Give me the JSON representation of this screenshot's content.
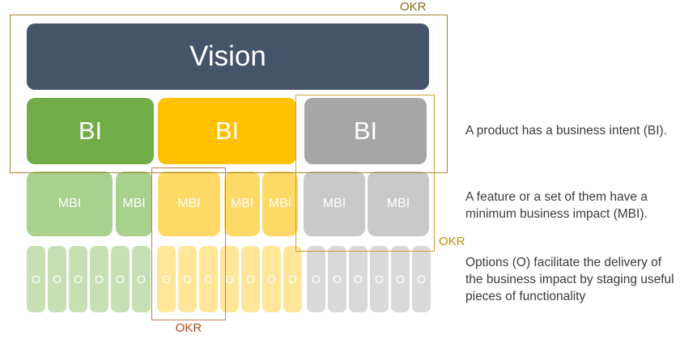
{
  "diagram": {
    "vision": {
      "label": "Vision",
      "color": "#44546A",
      "text_color": "#FFFFFF"
    },
    "bi_row": [
      {
        "label": "BI",
        "color": "#70AD47"
      },
      {
        "label": "BI",
        "color": "#FFC000"
      },
      {
        "label": "BI",
        "color": "#A6A6A6"
      }
    ],
    "mbi_row": [
      {
        "label": "MBI",
        "color": "#A9D18E"
      },
      {
        "label": "MBI",
        "color": "#A9D18E"
      },
      {
        "label": "MBI",
        "color": "#FFD966"
      },
      {
        "label": "MBI",
        "color": "#FFD966"
      },
      {
        "label": "MBI",
        "color": "#FFD966"
      },
      {
        "label": "MBI",
        "color": "#C9C9C9"
      },
      {
        "label": "MBI",
        "color": "#C9C9C9"
      }
    ],
    "o_row": {
      "label": "O",
      "groups": [
        {
          "name": "green",
          "color": "#C6E0B4",
          "count": 6
        },
        {
          "name": "yellow",
          "color": "#FFE699",
          "count": 7
        },
        {
          "name": "gray",
          "color": "#D9D9D9",
          "count": 6
        }
      ]
    },
    "okr_overlays": [
      {
        "label": "OKR",
        "border_color": "#A18432",
        "text_color": "#8A6D1A"
      },
      {
        "label": "OKR",
        "border_color": "#CCA42E",
        "text_color": "#BF9000"
      },
      {
        "label": "OKR",
        "border_color": "#C8794E",
        "text_color": "#AC4A1D"
      }
    ]
  },
  "annotations": [
    {
      "lines": [
        "A product has a business intent (BI)."
      ]
    },
    {
      "lines": [
        "A feature or a set of them have a",
        "minimum business impact (MBI)."
      ]
    },
    {
      "lines": [
        "Options (O) facilitate the delivery of",
        "the business impact by staging useful",
        "pieces of functionality"
      ]
    }
  ]
}
